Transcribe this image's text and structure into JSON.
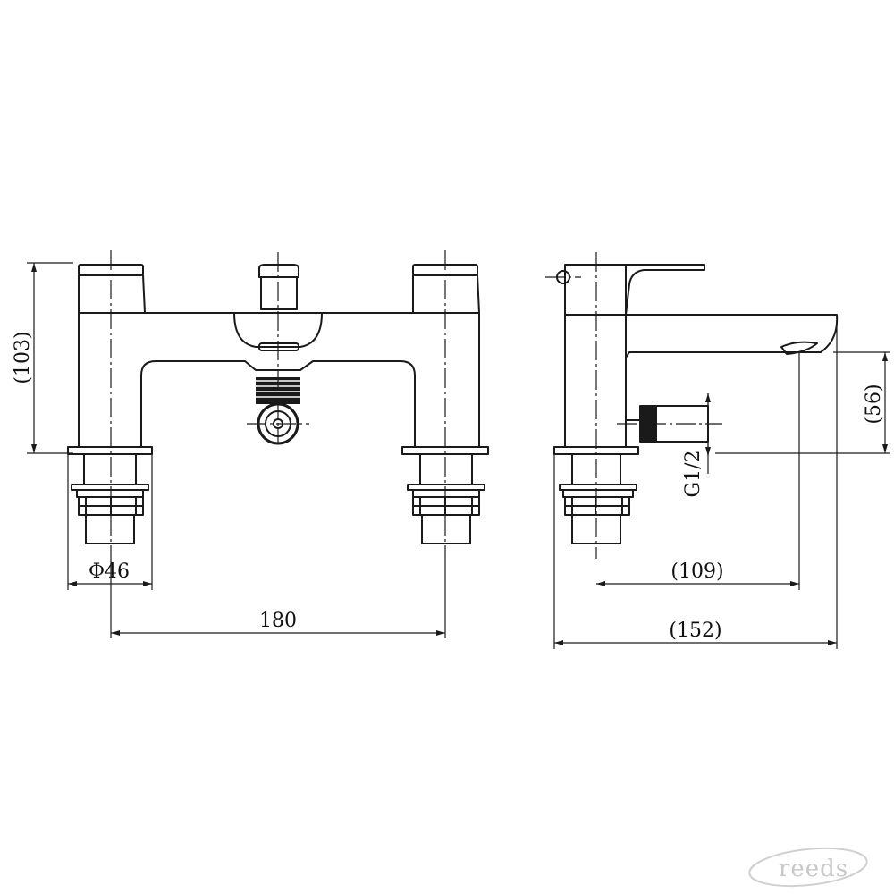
{
  "dimensions": {
    "height_front": "(103)",
    "base_diameter": "Φ46",
    "centres": "180",
    "outlet_height": "(56)",
    "thread": "G1/2",
    "spout_reach": "(109)",
    "overall_depth": "(152)"
  },
  "watermark": "reeds"
}
